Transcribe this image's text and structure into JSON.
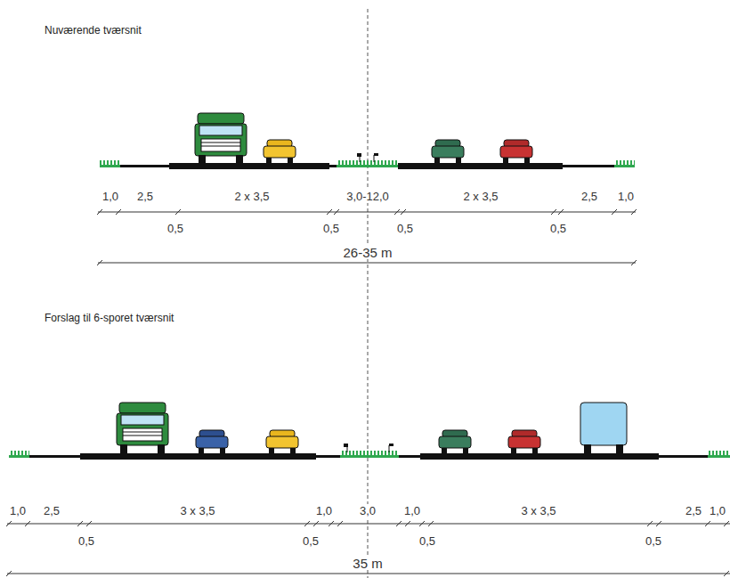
{
  "diagram": {
    "labels": [
      "Nuværende tværsnit",
      "1,0",
      "2,5",
      "2 x 3,5",
      "3,0-12,0",
      "2 x 3,5",
      "2,5",
      "1,0",
      "0,5",
      "0,5",
      "0,5",
      "0,5",
      "26-35 m",
      "Forslag til 6-sporet tværsnit",
      "1,0",
      "2,5",
      "3 x 3,5",
      "1,0",
      "3,0",
      "1,0",
      "3 x 3,5",
      "2,5",
      "1,0",
      "0,5",
      "0,5",
      "0,5",
      "0,5",
      "35 m"
    ]
  }
}
